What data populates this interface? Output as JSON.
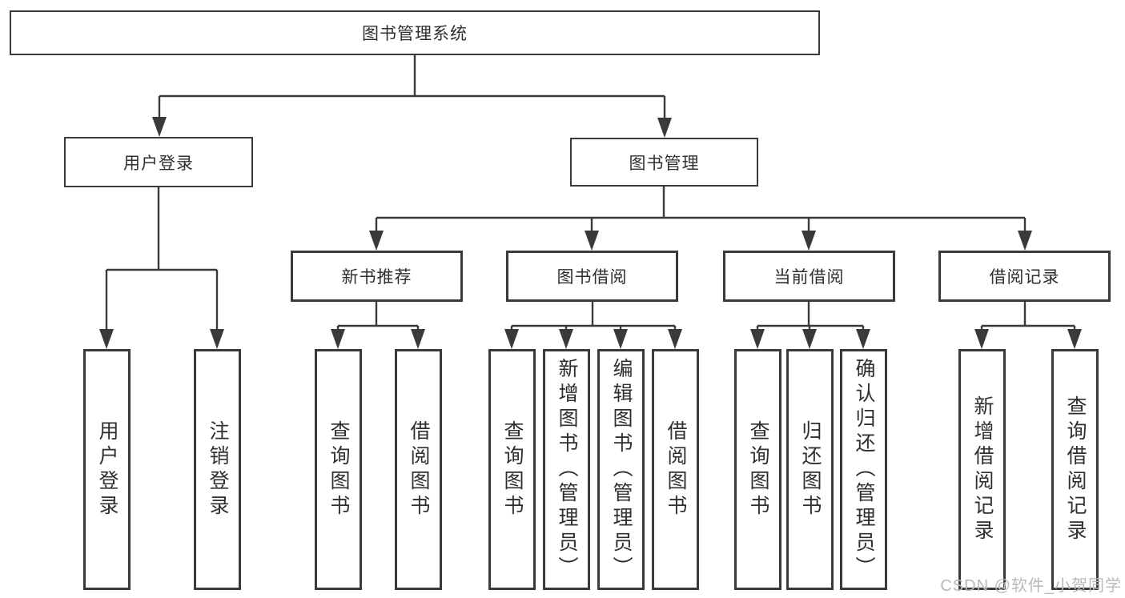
{
  "tree": {
    "label": "图书管理系统",
    "children": [
      {
        "label": "用户登录",
        "children": [
          {
            "label": "用户登录"
          },
          {
            "label": "注销登录"
          }
        ]
      },
      {
        "label": "图书管理",
        "children": [
          {
            "label": "新书推荐",
            "children": [
              {
                "label": "查询图书"
              },
              {
                "label": "借阅图书"
              }
            ]
          },
          {
            "label": "图书借阅",
            "children": [
              {
                "label": "查询图书"
              },
              {
                "label": "新增图书（管理员）"
              },
              {
                "label": "编辑图书（管理员）"
              },
              {
                "label": "借阅图书"
              }
            ]
          },
          {
            "label": "当前借阅",
            "children": [
              {
                "label": "查询图书"
              },
              {
                "label": "归还图书"
              },
              {
                "label": "确认归还（管理员）"
              }
            ]
          },
          {
            "label": "借阅记录",
            "children": [
              {
                "label": "新增借阅记录"
              },
              {
                "label": "查询借阅记录"
              }
            ]
          }
        ]
      }
    ]
  },
  "watermark": {
    "text": "CSDN @软件_小贺同学"
  },
  "colors": {
    "line": "#3a3a3a",
    "text": "#2f2f2f",
    "watermark": "#b9b9b9"
  }
}
